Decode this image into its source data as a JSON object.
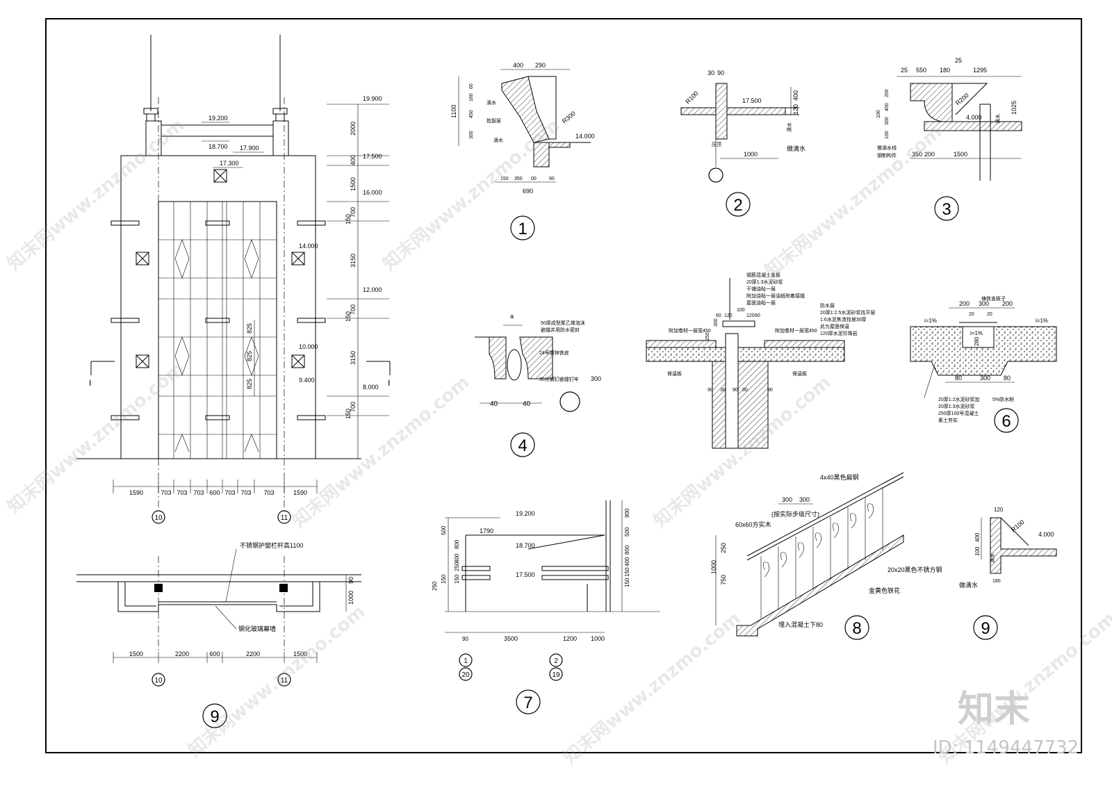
{
  "elevation": {
    "levels": [
      "19.900",
      "17.500",
      "16.000",
      "14.000",
      "12.000",
      "10.000",
      "9.400",
      "8.000"
    ],
    "levels_left": [
      "19.200",
      "18.700",
      "17.900",
      "17.300"
    ],
    "right_dims": [
      "2000",
      "400",
      "1500",
      "150",
      "700",
      "3150",
      "150",
      "700",
      "3150",
      "150",
      "700"
    ],
    "inner_dims": [
      "825",
      "825",
      "825"
    ],
    "bottom_dims": [
      "1590",
      "703",
      "703",
      "703",
      "600",
      "703",
      "703",
      "703",
      "1590"
    ],
    "grid_left": "10",
    "grid_right": "11",
    "section_mark": "I"
  },
  "plan": {
    "note": "不锈钢护窗栏杆高1100",
    "glass": "钢化玻璃幕墙",
    "dims": [
      "1500",
      "2200",
      "600",
      "2200",
      "1500"
    ],
    "side_dims": [
      "90",
      "1000"
    ],
    "grid_left": "10",
    "grid_right": "11",
    "number": "9"
  },
  "details": {
    "d1": {
      "number": "1",
      "top_dims": [
        "400",
        "290"
      ],
      "bottom_dims": [
        "150",
        "350",
        "00",
        "90"
      ],
      "width": "690",
      "height": "1100",
      "left_dims": [
        "60",
        "160",
        "450",
        "300"
      ],
      "radius": "R300",
      "level": "14.000",
      "labels": [
        "滴水",
        "批拔层",
        "滴水"
      ]
    },
    "d2": {
      "number": "2",
      "top_dims": [
        "30",
        "90"
      ],
      "radius": "R100",
      "level": "17.500",
      "side_dims": [
        "400",
        "120"
      ],
      "span": "1000",
      "labels": [
        "做滴水",
        "滴水",
        "压顶"
      ]
    },
    "d3": {
      "number": "3",
      "top_dims": [
        "25",
        "550",
        "180",
        "1295",
        "25"
      ],
      "left_dims": [
        "100",
        "200",
        "400",
        "300",
        "100"
      ],
      "bottom_dims": [
        "350",
        "200",
        "1500"
      ],
      "radius": "R200",
      "level": "4.000",
      "height": "1025",
      "labels": [
        "做滴水线",
        "钢制构件",
        "滴水"
      ]
    },
    "d4": {
      "number": "4",
      "mark": "a",
      "dims": [
        "40",
        "40"
      ],
      "labels": [
        "50厚成型聚乙烯泡沫",
        "嵌缝并用防水密封",
        "24号镀锌铁皮",
        "35长钢钉嵌缝钉牢",
        "300"
      ]
    },
    "d5": {
      "dims_top": [
        "60",
        "120",
        "100",
        "120",
        "60"
      ],
      "dims_bottom": [
        "90",
        "30",
        "90",
        "30",
        "90"
      ],
      "dims_side": [
        "250",
        "300"
      ],
      "labels": [
        "钢筋混凝土盖板",
        "20厚1:3水泥砂浆",
        "干铺油毡一层",
        "附加油毡一层油纸附着接缝",
        "屋面油毡一层",
        "防水层",
        "20厚1:2.5水泥砂浆找平层",
        "1:6水泥焦渣找坡30厚",
        "此为屋面保温",
        "120厚水泥珍珠岩",
        "附加卷材一层宽450",
        "附加卷材一层宽450",
        "保温板",
        "保温板"
      ]
    },
    "d6": {
      "number": "6",
      "top_dims": [
        "200",
        "300",
        "200"
      ],
      "mid_dims": [
        "20",
        "20"
      ],
      "bottom_dims": [
        "80",
        "300",
        "80"
      ],
      "slopes": [
        "i=1%",
        "i=1%",
        "i=1%"
      ],
      "depth": "280",
      "labels": [
        "铸铁盖板子",
        "20厚1:2水泥砂浆加",
        "20厚1:3水泥砂浆",
        "250厚100号混凝土",
        "素土夯实",
        "5%防水粉"
      ]
    },
    "d7": {
      "number": "7",
      "levels": [
        "19.200",
        "18.700",
        "17.500"
      ],
      "dims_h": [
        "1790",
        "3500",
        "1200",
        "1000",
        "90"
      ],
      "dims_left": [
        "500",
        "800",
        "400",
        "250",
        "150",
        "150",
        "250"
      ],
      "dims_right": [
        "900",
        "500",
        "800",
        "400",
        "150",
        "150"
      ],
      "grids": [
        "1",
        "20",
        "2",
        "19"
      ]
    },
    "d8": {
      "number": "8",
      "dims": [
        "300",
        "300",
        "1000",
        "250",
        "750"
      ],
      "labels": [
        "4x40黑色扁钢",
        "(按实际步级尺寸)",
        "60x60方实木",
        "20x20黑色不锈方钢",
        "金黄色铁花",
        "埋入混凝土下80"
      ]
    },
    "d9": {
      "number": "9",
      "dims": [
        "120",
        "400",
        "100",
        "180"
      ],
      "radius": "R100",
      "level": "4.000",
      "labels": [
        "做滴水",
        "滴水"
      ]
    }
  },
  "watermark": {
    "site": "知末网www.znzmo.com",
    "logo": "知末",
    "id": "ID: 1149447732"
  }
}
